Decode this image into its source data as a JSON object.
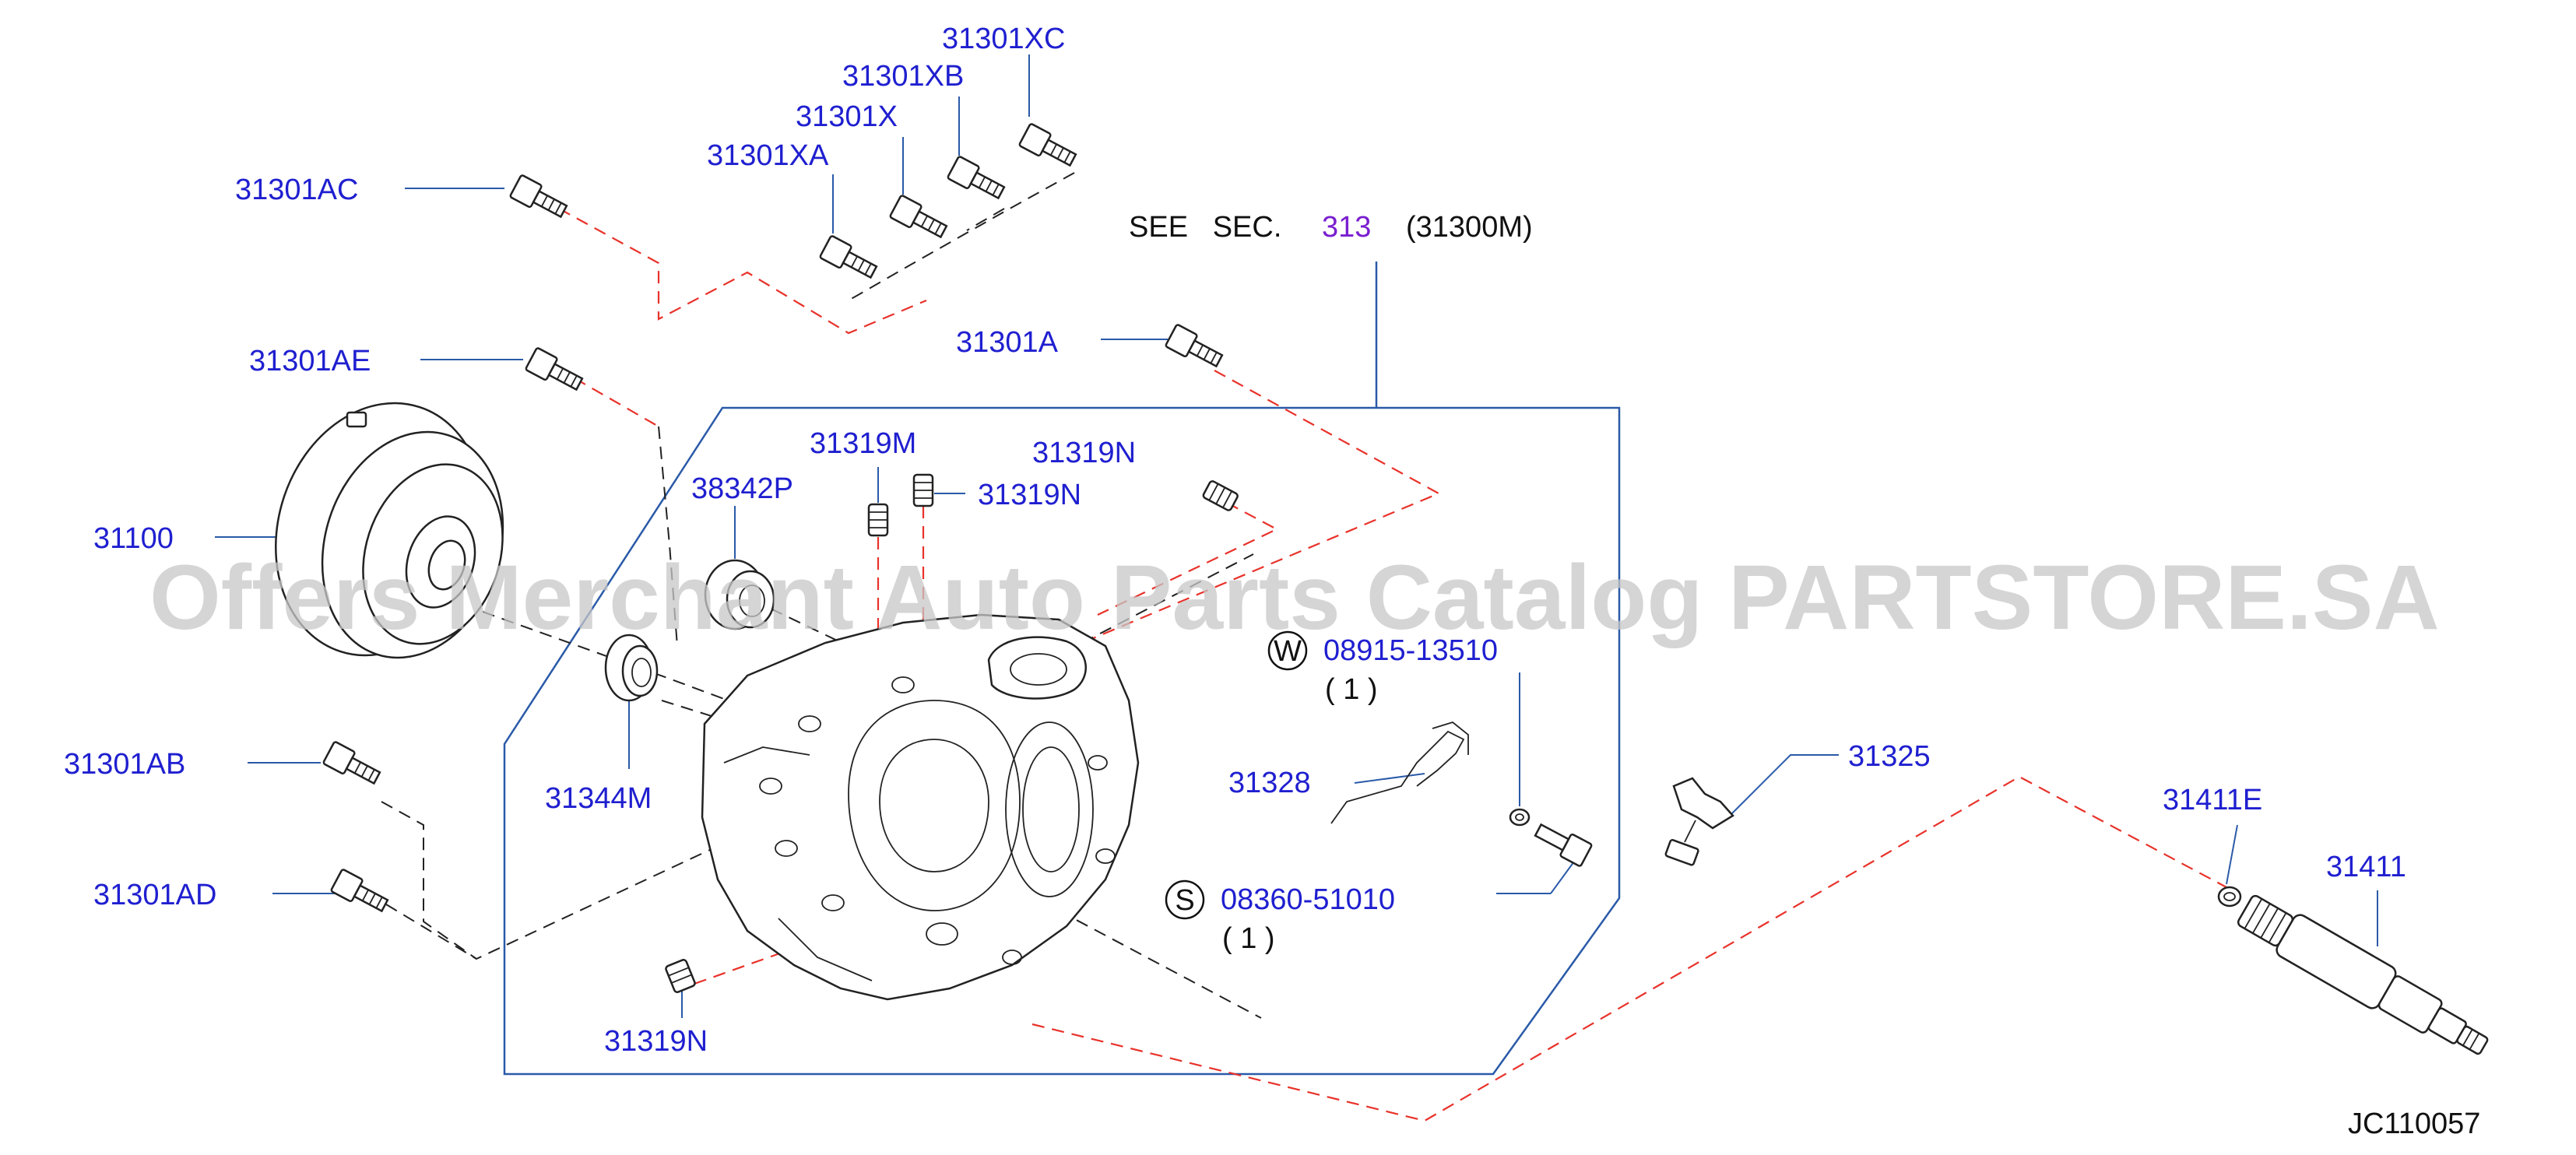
{
  "watermark": "Offers Merchant Auto Parts Catalog PARTSTORE.SA",
  "diagram_id": "JC110057",
  "see_section": {
    "prefix": "SEE   SEC.",
    "section": "313",
    "ref": "(31300M)"
  },
  "symbols": {
    "w": "W",
    "s": "S"
  },
  "parts": {
    "p31301XC": "31301XC",
    "p31301XB": "31301XB",
    "p31301X": "31301X",
    "p31301XA": "31301XA",
    "p31301AC": "31301AC",
    "p31301AE": "31301AE",
    "p31301A": "31301A",
    "p31100": "31100",
    "p31319M": "31319M",
    "p31319N_a": "31319N",
    "p31319N_b": "31319N",
    "p38342P": "38342P",
    "p31344M": "31344M",
    "p31301AB": "31301AB",
    "p31301AD": "31301AD",
    "p31319N_c": "31319N",
    "p08915": "08915-13510",
    "p08915_qty": "(  1  )",
    "p31328": "31328",
    "p08360": "08360-51010",
    "p08360_qty": "(  1  )",
    "p31325": "31325",
    "p31411E": "31411E",
    "p31411": "31411"
  }
}
